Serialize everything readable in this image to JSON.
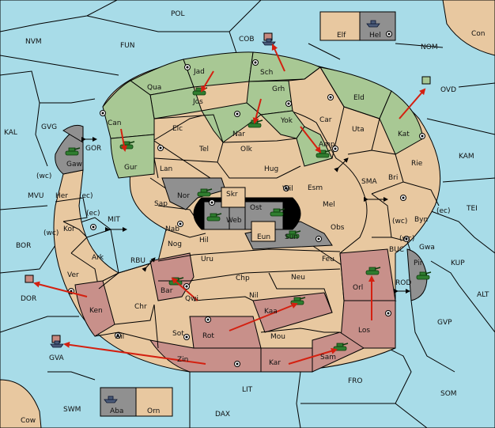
{
  "colors": {
    "sea": "#a8dce8",
    "neutral": "#e8c8a0",
    "green": "#a8c894",
    "red": "#c8908a",
    "gray": "#909090",
    "black": "#000000",
    "arrow": "#d42010"
  },
  "labels": {
    "POL": "POL",
    "NVM": "NVM",
    "FUN": "FUN",
    "COB": "COB",
    "NOM": "NOM",
    "Con": "Con",
    "Elf": "Elf",
    "Hel": "Hel",
    "OVD": "OVD",
    "KAL": "KAL",
    "GVG": "GVG",
    "GOR": "GOR",
    "KAM": "KAM",
    "TEI": "TEI",
    "SMA": "SMA",
    "MIT": "MIT",
    "MVU": "MVU",
    "BOR": "BOR",
    "RBU": "RBU",
    "BUC": "BUC",
    "KUP": "KUP",
    "ALT": "ALT",
    "ROD": "ROD",
    "GVP": "GVP",
    "DOR": "DOR",
    "GVA": "GVA",
    "FRO": "FRO",
    "SOM": "SOM",
    "LIT": "LIT",
    "SWM": "SWM",
    "DAX": "DAX",
    "Cow": "Cow",
    "Aba": "Aba",
    "Orn": "Orn",
    "Jad": "Jad",
    "Sch": "Sch",
    "Qua": "Qua",
    "Jos": "Jos",
    "Grh": "Grh",
    "Eld": "Eld",
    "Can": "Can",
    "Elc": "Elc",
    "Nar": "Nar",
    "Yok": "Yok",
    "Car": "Car",
    "Uta": "Uta",
    "Kat": "Kat",
    "Gaw": "Gaw",
    "Gur": "Gur",
    "Tel": "Tel",
    "Olk": "Olk",
    "Amp": "Amp",
    "Lan": "Lan",
    "Hug": "Hug",
    "Rie": "Rie",
    "Bri": "Bri",
    "Her": "Her",
    "wc1": "(wc)",
    "ec1": "(ec)",
    "Nor": "Nor",
    "Skr": "Skr",
    "Wil": "Wil",
    "Esm": "Esm",
    "Sap": "Sap",
    "Ost": "Ost",
    "Web": "Web",
    "Mel": "Mel",
    "Kor": "Kor",
    "ec2": "(ec)",
    "wc2": "(wc)",
    "Nab": "Nab",
    "Eun": "Eun",
    "Obs": "Obs",
    "wc3": "(wc)",
    "Byn": "Byn",
    "ec3": "(ec)",
    "Hil": "Hil",
    "Sun": "Sun",
    "Gwa": "Gwa",
    "wc4": "(wc)",
    "Ark": "Ark",
    "Nog": "Nog",
    "Uru": "Uru",
    "Feu": "Feu",
    "Pir": "Pir",
    "Ver": "Ver",
    "Chp": "Chp",
    "Neu": "Neu",
    "Orl": "Orl",
    "Bar": "Bar",
    "Qwi": "Qwi",
    "Nil": "Nil",
    "Ken": "Ken",
    "Chr": "Chr",
    "Kaa": "Kaa",
    "Los": "Los",
    "Rot": "Rot",
    "Ail": "Ail",
    "Sot": "Sot",
    "Mou": "Mou",
    "Zin": "Zin",
    "Kar": "Kar",
    "Sam": "Sam"
  }
}
